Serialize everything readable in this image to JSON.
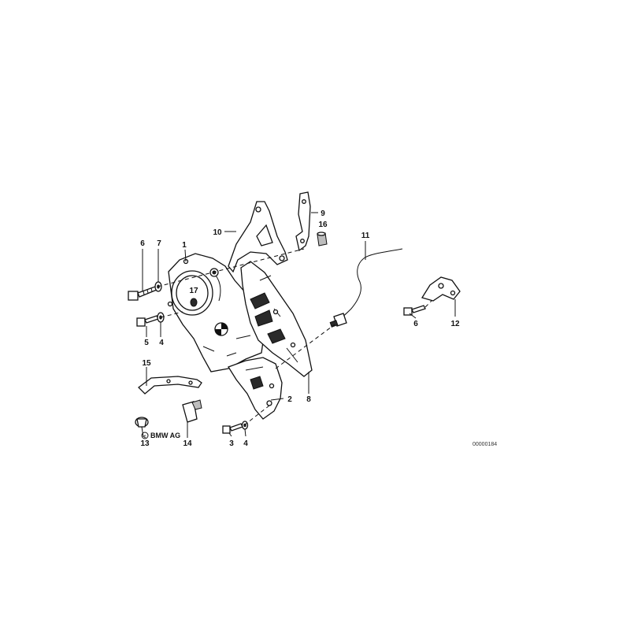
{
  "diagram": {
    "labels": {
      "l1": "1",
      "l2": "2",
      "l3": "3",
      "l4a": "4",
      "l4b": "4",
      "l5": "5",
      "l6a": "6",
      "l6b": "6",
      "l7": "7",
      "l8": "8",
      "l9": "9",
      "l10": "10",
      "l11": "11",
      "l12": "12",
      "l13": "13",
      "l14": "14",
      "l15": "15",
      "l16": "16",
      "l17": "17"
    },
    "brand_text": "BMW AG",
    "catalog_code": "00000184"
  }
}
